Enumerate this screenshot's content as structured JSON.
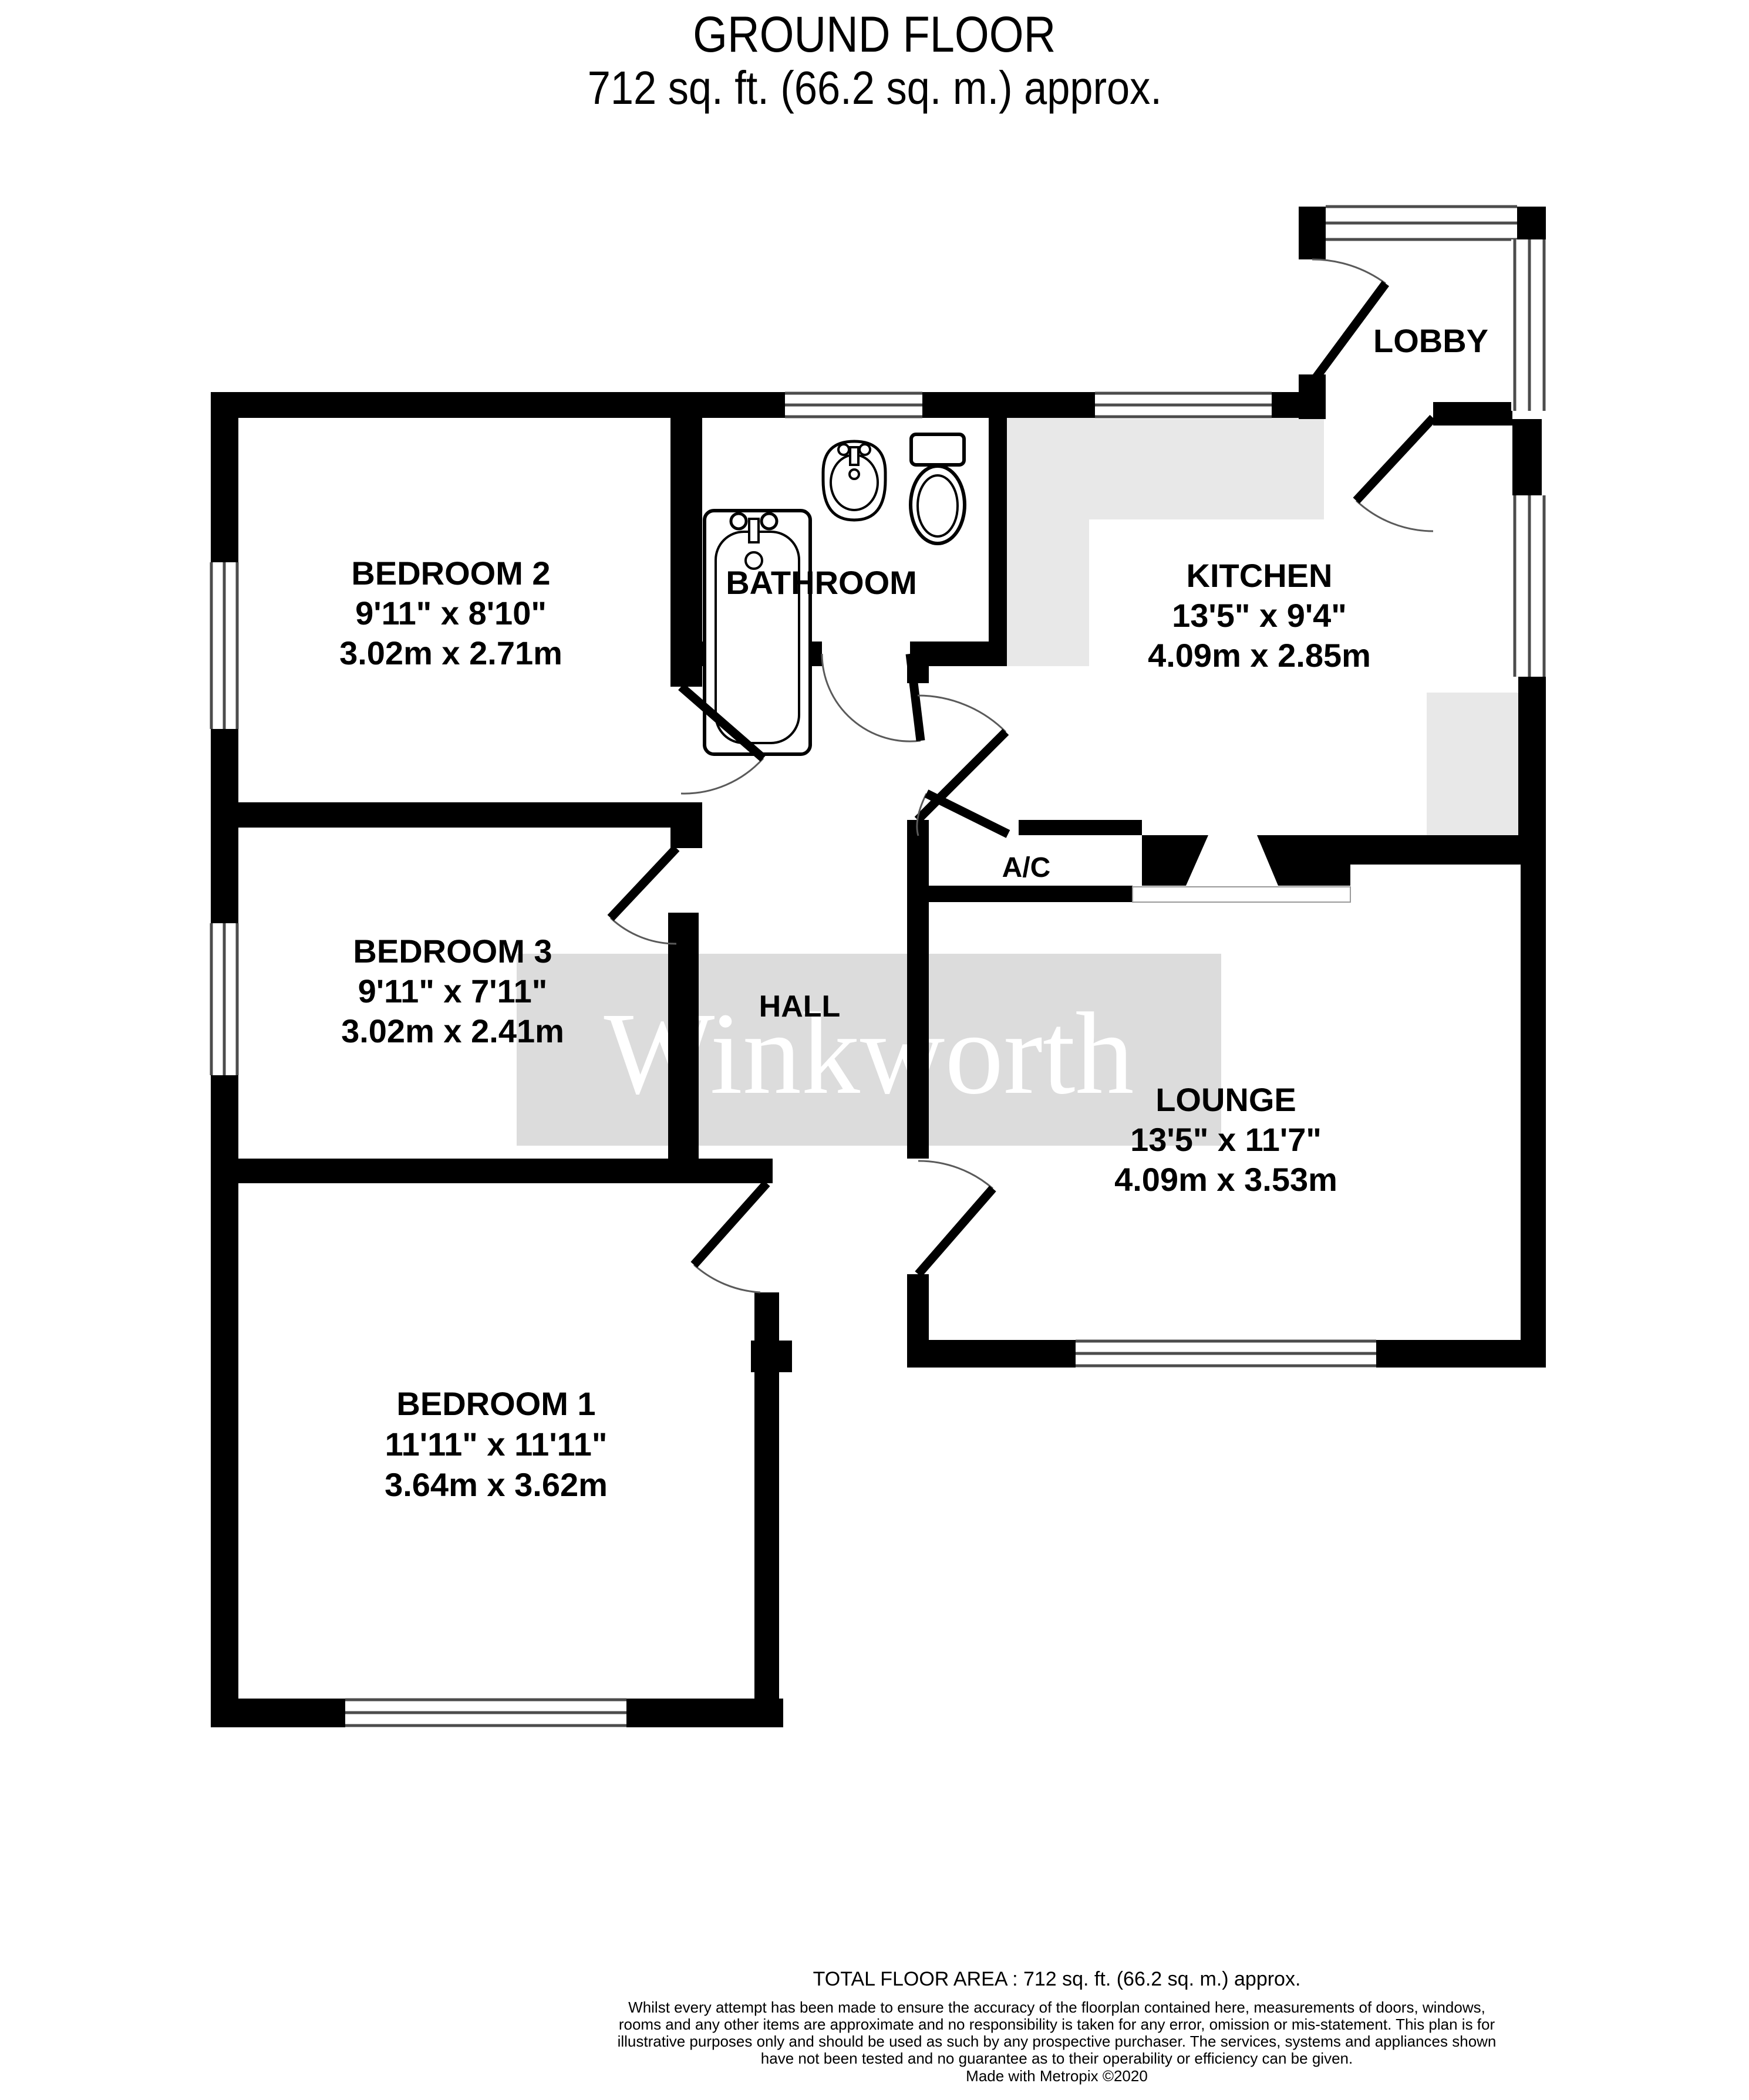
{
  "title": {
    "line1": "GROUND FLOOR",
    "line2": "712 sq. ft. (66.2 sq. m.) approx."
  },
  "watermark": "Winkworth",
  "rooms": {
    "bedroom2": {
      "name": "BEDROOM 2",
      "imperial": "9'11\" x 8'10\"",
      "metric": "3.02m x 2.71m"
    },
    "bathroom": {
      "name": "BATHROOM"
    },
    "kitchen": {
      "name": "KITCHEN",
      "imperial": "13'5\" x 9'4\"",
      "metric": "4.09m x 2.85m"
    },
    "lobby": {
      "name": "LOBBY"
    },
    "bedroom3": {
      "name": "BEDROOM 3",
      "imperial": "9'11\" x 7'11\"",
      "metric": "3.02m x 2.41m"
    },
    "hall": {
      "name": "HALL"
    },
    "ac": {
      "name": "A/C"
    },
    "lounge": {
      "name": "LOUNGE",
      "imperial": "13'5\" x 11'7\"",
      "metric": "4.09m x 3.53m"
    },
    "bedroom1": {
      "name": "BEDROOM 1",
      "imperial": "11'11\" x 11'11\"",
      "metric": "3.64m x 3.62m"
    }
  },
  "footer": {
    "total": "TOTAL FLOOR AREA : 712 sq. ft. (66.2 sq. m.) approx.",
    "disclaimer": "Whilst every attempt has been made to ensure the accuracy of the floorplan contained here, measurements of doors, windows, rooms and any other items are approximate and no responsibility is taken for any error, omission or mis-statement. This plan is for illustrative purposes only and should be used as such by any prospective purchaser. The services, systems and appliances shown have not been tested and no guarantee as to their operability or efficiency can be given.",
    "credit": "Made with Metropix ©2020"
  },
  "colors": {
    "wall": "#000000",
    "counter": "#e8e8e8",
    "watermark_bg": "#dcdcdc",
    "watermark_text": "#ffffff",
    "window_frame": "#4c4c4c"
  }
}
